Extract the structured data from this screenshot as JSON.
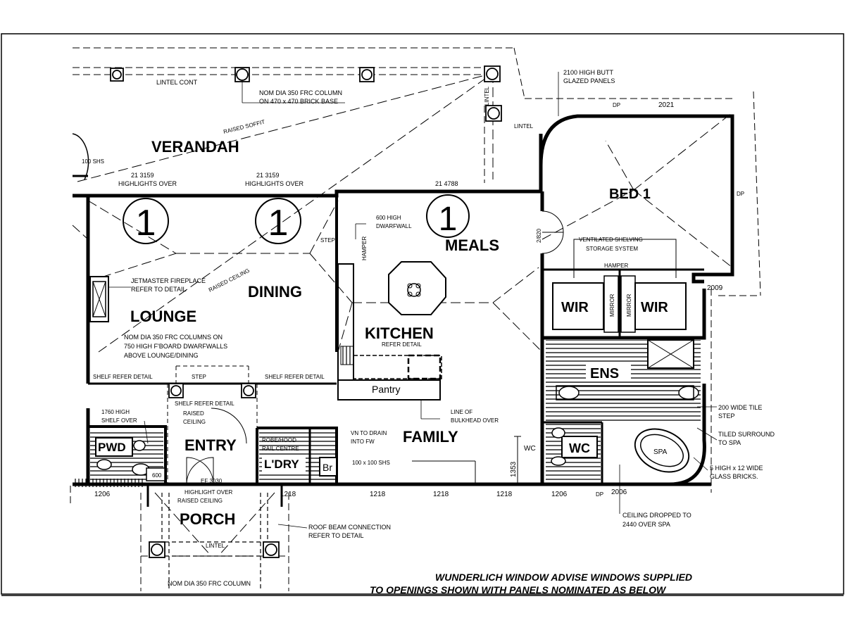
{
  "rooms": {
    "verandah": "VERANDAH",
    "bed1": "BED 1",
    "meals": "MEALS",
    "lounge": "LOUNGE",
    "dining": "DINING",
    "kitchen": "KITCHEN",
    "kitchen_sub": "REFER DETAIL",
    "pantry": "Pantry",
    "family": "FAMILY",
    "entry": "ENTRY",
    "porch": "PORCH",
    "pwd": "PWD",
    "ldry": "L'DRY",
    "br": "Br",
    "wir_left": "WIR",
    "wir_right": "WIR",
    "ens": "ENS",
    "wc": "WC",
    "spa": "SPA"
  },
  "labels": {
    "lintel_cont": "LINTEL CONT",
    "column_1": "NOM DIA 350 FRC COLUMN",
    "column_2": "ON 470 x 470 BRICK BASE",
    "raised_soffit": "RAISED SOFFIT",
    "butt_glazed_1": "2100 HIGH BUTT",
    "butt_glazed_2": "GLAZED PANELS",
    "lintel": "LINTEL",
    "lintel_vert": "LINTEL",
    "dp": "DP",
    "sh_left": "100 SHS",
    "hl1_a": "21 3159",
    "hl1_b": "HIGHLIGHTS OVER",
    "hl2_a": "21 3159",
    "hl2_b": "HIGHLIGHTS OVER",
    "hl3_a": "21 4788",
    "circle_1": "1",
    "circle_2": "1",
    "circle_3": "1",
    "dwarfwall_1": "600 HIGH",
    "dwarfwall_2": "DWARFWALL",
    "step": "STEP",
    "hamper_k": "HAMPER",
    "door_2820": "2/820",
    "shelving_1": "VENTILATED SHELVING",
    "shelving_2": "STORAGE SYSTEM",
    "hamper": "HAMPER",
    "mirror_1": "MIRROR",
    "mirror_2": "MIRROR",
    "d2009": "2009",
    "fireplace_1": "JETMASTER FIREPLACE",
    "fireplace_2": "REFER TO DETAIL",
    "raised_ceiling": "RAISED CEILING",
    "cols_1": "NOM DIA 350 FRC COLUMNS ON",
    "cols_2": "750 HIGH F'BOARD DWARFWALLS",
    "cols_3": "ABOVE LOUNGE/DINING",
    "shelf_1": "SHELF REFER DETAIL",
    "step_2": "STEP",
    "shelf_2": "SHELF REFER DETAIL",
    "shelf_3": "SHELF REFER DETAIL",
    "raised_ceil_2a": "RAISED",
    "raised_ceil_2b": "CEILING",
    "shelf_over_1": "1760 HIGH",
    "shelf_over_2": "SHELF OVER",
    "bulkhead_1": "LINE OF",
    "bulkhead_2": "BULKHEAD OVER",
    "vn_1": "VN TO DRAIN",
    "vn_2": "INTO FW",
    "robe_1": "ROBE/HOOD",
    "robe_2": "RAIL CENTRE",
    "shs_100": "100 x 100 SHS",
    "wc_dim": "WC",
    "d1353": "1353",
    "tile_step_1": "200 WIDE TILE",
    "tile_step_2": "STEP",
    "surround_1": "TILED SURROUND",
    "surround_2": "TO SPA",
    "glass_1": "5 HIGH x 12 WIDE",
    "glass_2": "GLASS BRICKS.",
    "d1206a": "1206",
    "d1218a": "1218",
    "d1218b": "1218",
    "d1218c": "1218",
    "d1218d": "1218",
    "d1206b": "1206",
    "d2006": "2006",
    "ef": "EF 3030",
    "d600": "600",
    "hl_over_1": "HIGHLIGHT OVER",
    "hl_over_2": "RAISED CEILING",
    "lintel_p": "LINTEL",
    "roof_beam_1": "ROOF BEAM CONNECTION",
    "roof_beam_2": "REFER TO DETAIL",
    "ceiling_drop_1": "CEILING DROPPED TO",
    "ceiling_drop_2": "2440 OVER SPA",
    "col_bottom": "NOM DIA 350 FRC COLUMN",
    "d2021": "2021"
  },
  "footer": {
    "line1": "WUNDERLICH WINDOW ADVISE WINDOWS SUPPLIED",
    "line2": "TO OPENINGS SHOWN WITH PANELS NOMINATED AS BELOW"
  }
}
